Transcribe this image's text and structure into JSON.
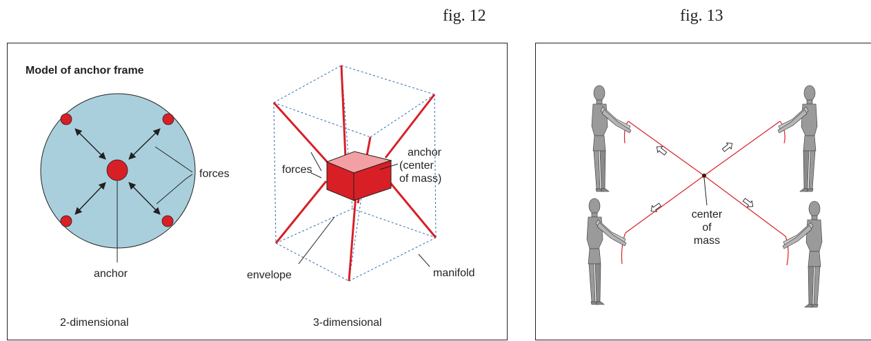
{
  "fig12": {
    "caption": "fig. 12",
    "title": "Model of anchor frame",
    "twoD": {
      "forces_label": "forces",
      "anchor_label": "anchor",
      "caption": "2-dimensional"
    },
    "threeD": {
      "forces_label": "forces",
      "anchor_label_1": "anchor",
      "anchor_label_2": "(center",
      "anchor_label_3": "of mass)",
      "envelope_label": "envelope",
      "manifold_label": "manifold",
      "caption": "3-dimensional"
    }
  },
  "fig13": {
    "caption": "fig. 13",
    "center_label_1": "center",
    "center_label_2": "of",
    "center_label_3": "mass"
  },
  "colors": {
    "disk": "#a9cfdc",
    "red": "#d81f26",
    "light_red": "#f2a0a4",
    "dashed_blue": "#2b6cb0",
    "figure_gray": "#9a9a9a",
    "ink": "#231f20"
  }
}
